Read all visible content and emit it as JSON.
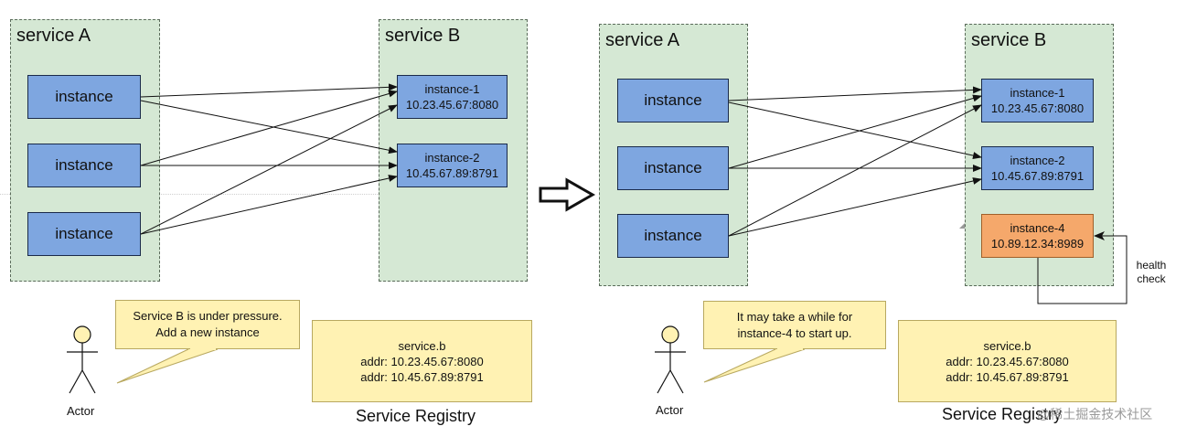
{
  "left": {
    "service_a": {
      "title": "service A",
      "instances": [
        "instance",
        "instance",
        "instance"
      ]
    },
    "service_b": {
      "title": "service B",
      "instances": [
        {
          "name": "instance-1",
          "addr": "10.23.45.67:8080"
        },
        {
          "name": "instance-2",
          "addr": "10.45.67.89:8791"
        }
      ]
    },
    "note": {
      "line1": "Service B is under pressure.",
      "line2": "Add a new instance"
    },
    "actor_label": "Actor",
    "registry": {
      "name": "service.b",
      "addr1": "addr: 10.23.45.67:8080",
      "addr2": "addr: 10.45.67.89:8791",
      "label": "Service Registry"
    }
  },
  "right": {
    "service_a": {
      "title": "service A",
      "instances": [
        "instance",
        "instance",
        "instance"
      ]
    },
    "service_b": {
      "title": "service B",
      "instances": [
        {
          "name": "instance-1",
          "addr": "10.23.45.67:8080"
        },
        {
          "name": "instance-2",
          "addr": "10.45.67.89:8791"
        }
      ],
      "new_instance": {
        "name": "instance-4",
        "addr": "10.89.12.34:8989"
      }
    },
    "health_check": {
      "line1": "health",
      "line2": "check"
    },
    "note": {
      "line1": "It may take a while for",
      "line2": "instance-4 to start up."
    },
    "actor_label": "Actor",
    "registry": {
      "name": "service.b",
      "addr1": "addr: 10.23.45.67:8080",
      "addr2": "addr: 10.45.67.89:8791",
      "label": "Service Registry"
    }
  },
  "watermark": "@稀土掘金技术社区",
  "colors": {
    "service_bg": "#d5e8d4",
    "instance_bg": "#7ea6e0",
    "new_instance_bg": "#f5a86b",
    "note_bg": "#fff2b3"
  }
}
